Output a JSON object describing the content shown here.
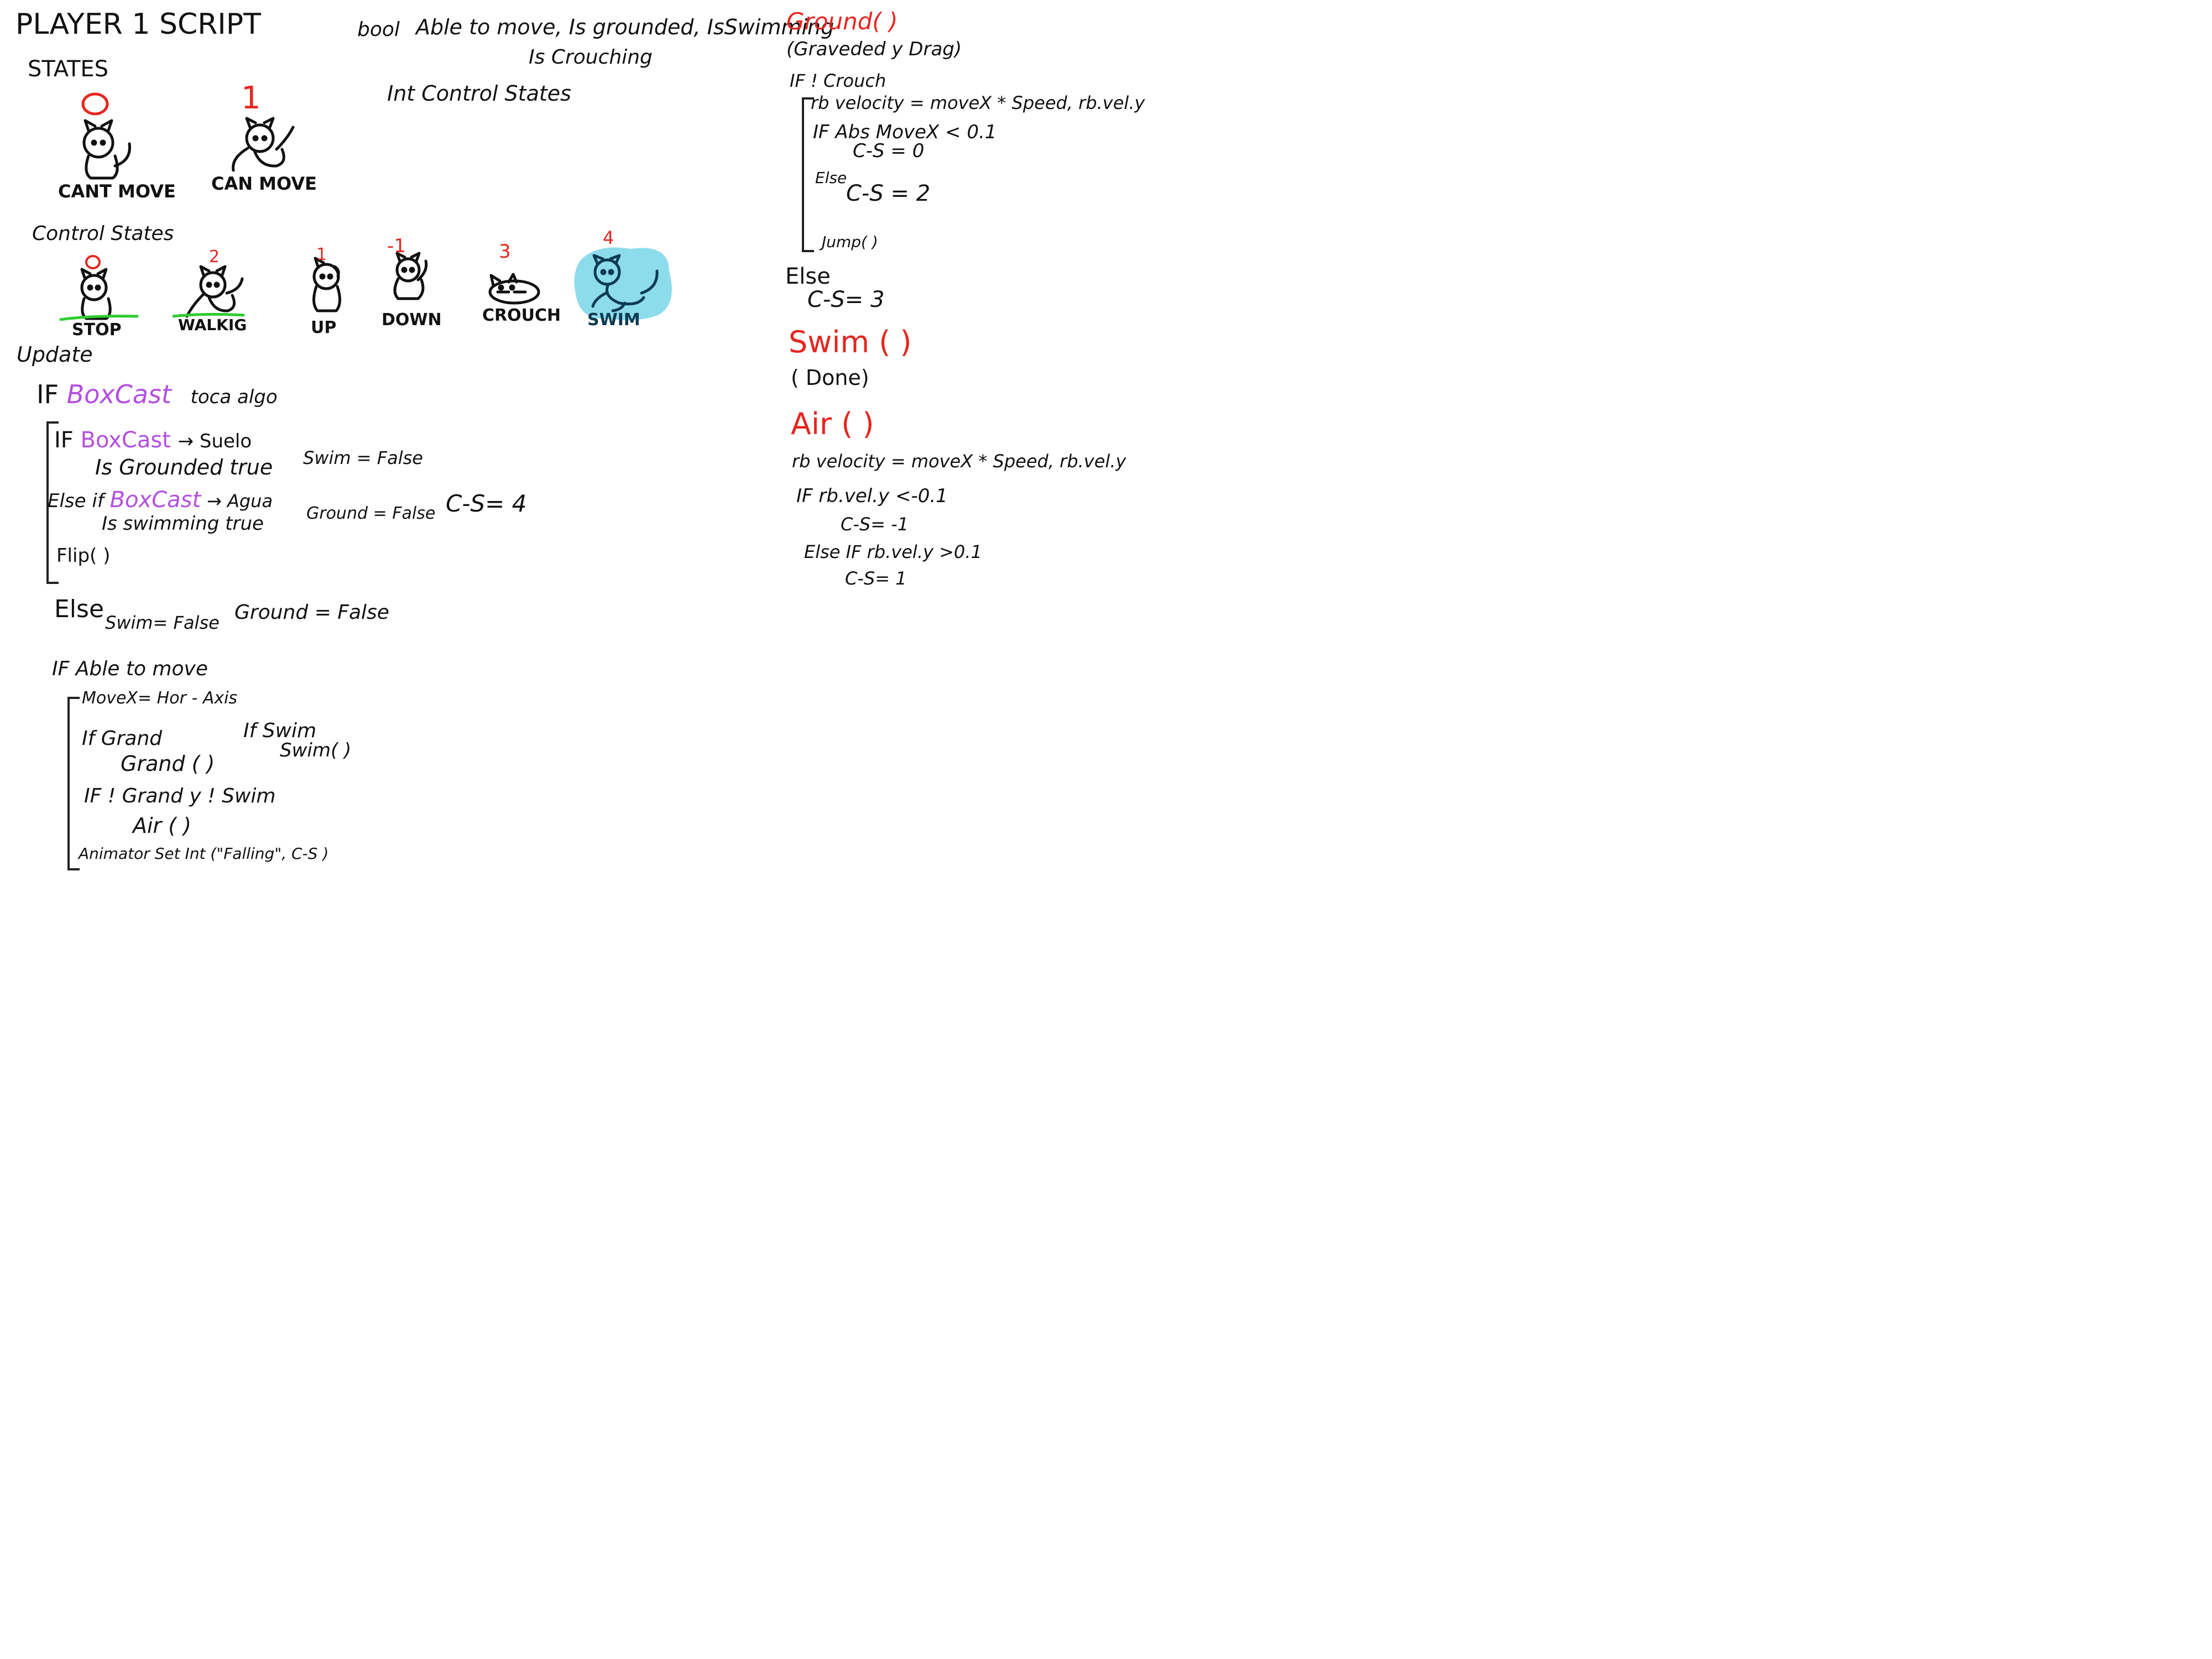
{
  "left": {
    "title": "PLAYER 1 SCRIPT",
    "states_heading": "STATES",
    "states": [
      {
        "number": "0",
        "label": "CANT MOVE",
        "icon": "cat-sitting-icon"
      },
      {
        "number": "1",
        "label": "CAN MOVE",
        "icon": "cat-walking-icon"
      }
    ],
    "control_states_heading": "Control States",
    "control_states": [
      {
        "number": "0",
        "label": "STOP",
        "icon": "cat-stop-icon"
      },
      {
        "number": "2",
        "label": "WALKIG",
        "icon": "cat-walking-icon"
      },
      {
        "number": "1",
        "label": "UP",
        "icon": "cat-up-icon"
      },
      {
        "number": "-1",
        "label": "DOWN",
        "icon": "cat-down-icon"
      },
      {
        "number": "3",
        "label": "CROUCH",
        "icon": "cat-crouch-icon"
      },
      {
        "number": "4",
        "label": "SWIM",
        "icon": "cat-swim-icon"
      }
    ],
    "update_heading": "Update",
    "if_boxcast": {
      "if": "IF",
      "keyword": "BoxCast",
      "rest": "toca algo"
    },
    "branch1": {
      "if": "IF",
      "keyword": "BoxCast",
      "rest": "→ Suelo",
      "line2": "Is Grounded true",
      "line2b": "Swim = False"
    },
    "branch2": {
      "if": "Else if",
      "keyword": "BoxCast",
      "rest": "→ Agua",
      "line2": "Is swimming true",
      "line2b": "Ground = False",
      "line2c": "C-S= 4"
    },
    "flip": "Flip( )",
    "else_label": "Else",
    "else_line": "Swim= False",
    "else_line_b": "Ground = False",
    "if_able": "IF Able to move",
    "movex": "MoveX= Hor - Axis",
    "if_grnd": "If Grand",
    "grnd_call": "Grand ( )",
    "if_swim": "If Swim",
    "swim_call": "Swim( )",
    "if_not": "IF ! Grand y ! Swim",
    "air_call": "Air ( )",
    "animator": "Animator Set Int (\"Falling\", C-S )"
  },
  "top": {
    "bool_label": "bool",
    "bool_vars": "Able to move, Is grounded, IsSwimming",
    "bool_vars2": "Is Crouching",
    "int_label": "Int Control States"
  },
  "right": {
    "ground_title": "Ground( )",
    "ground_sub": "(Graveded y Drag)",
    "if_crouch": "IF ! Crouch",
    "rb_line": "rb velocity = moveX * Speed, rb.vel.y",
    "if_abs": "IF Abs MoveX < 0.1",
    "cs0": "C-S = 0",
    "else1": "Else",
    "cs2": "C-S = 2",
    "jump": "Jump( )",
    "else2": "Else",
    "cs3": "C-S= 3",
    "swim_title": "Swim ( )",
    "swim_done": "( Done)",
    "air_title": "Air ( )",
    "air_rb": "rb velocity = moveX * Speed, rb.vel.y",
    "air_if1": "IF rb.vel.y <-0.1",
    "air_cs1": "C-S= -1",
    "air_if2": "Else IF rb.vel.y >0.1",
    "air_cs2": "C-S= 1"
  },
  "colors": {
    "accent_red": "#e5261f",
    "keyword_purple": "#b44fe0",
    "grass_green": "#2ecc2e",
    "water_cyan": "#7fd8ea"
  }
}
